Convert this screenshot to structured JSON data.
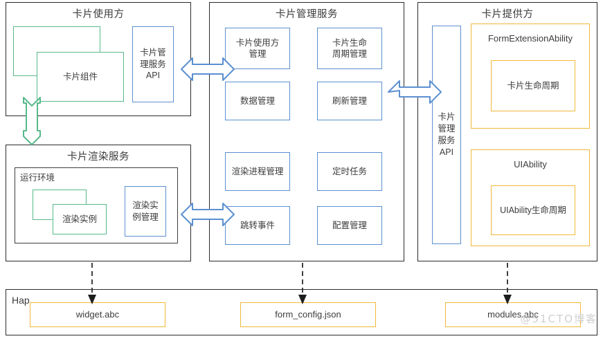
{
  "diagram": {
    "title_consumer": "卡片使用方",
    "title_render": "卡片渲染服务",
    "title_manager": "卡片管理服务",
    "title_provider": "卡片提供方",
    "hap_label": "Hap",
    "watermark": "@51CTO博客"
  },
  "consumer_panel": {
    "title": "卡片使用方",
    "card_component": "卡片组件",
    "api_box": "卡片管理服务API",
    "api_box_lines": [
      "卡片管",
      "理服务",
      "API"
    ]
  },
  "render_panel": {
    "title": "卡片渲染服务",
    "runtime_label": "运行环境",
    "render_instance": "渲染实例",
    "render_instance_manager": "渲染实例管理",
    "render_instance_manager_lines": [
      "渲染实",
      "例管理"
    ]
  },
  "manager_panel": {
    "title": "卡片管理服务",
    "modules": [
      {
        "label": "卡片使用方管理",
        "lines": [
          "卡片使用方",
          "管理"
        ]
      },
      {
        "label": "卡片生命周期管理",
        "lines": [
          "卡片生命",
          "周期管理"
        ]
      },
      {
        "label": "数据管理",
        "lines": [
          "数据管理"
        ]
      },
      {
        "label": "刷新管理",
        "lines": [
          "刷新管理"
        ]
      },
      {
        "label": "渲染进程管理",
        "lines": [
          "渲染进程管理"
        ]
      },
      {
        "label": "定时任务",
        "lines": [
          "定时任务"
        ]
      },
      {
        "label": "跳转事件",
        "lines": [
          "跳转事件"
        ]
      },
      {
        "label": "配置管理",
        "lines": [
          "配置管理"
        ]
      }
    ]
  },
  "provider_panel": {
    "title": "卡片提供方",
    "api_box": "卡片管理服务API",
    "api_box_lines": [
      "卡片",
      "管理",
      "服务",
      "API"
    ],
    "form_extension_ability": "FormExtensionAbility",
    "form_lifecycle": "卡片生命周期",
    "ui_ability": "UIAbility",
    "ui_ability_lifecycle": "UIAbility生命周期"
  },
  "hap_panel": {
    "label": "Hap",
    "artifacts": [
      "widget.abc",
      "form_config.json",
      "modules.abc"
    ]
  },
  "colors": {
    "blue": "#5b8fd0",
    "green": "#57b98a",
    "gold": "#f0b838",
    "outline": "#2b2b2b",
    "arrow_blue": "#5b8fd0",
    "arrow_green": "#57b98a",
    "dashed": "#2b2b2b"
  }
}
